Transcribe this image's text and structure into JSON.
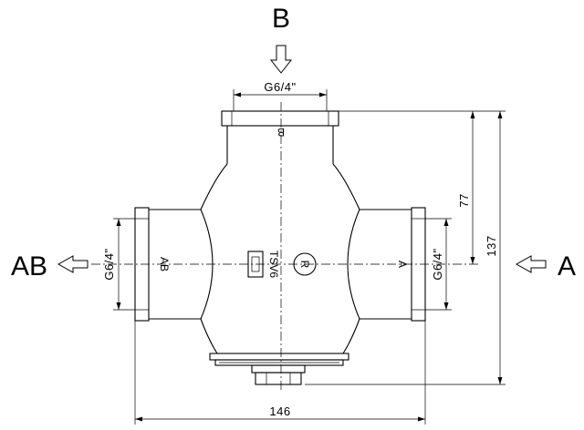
{
  "ports": {
    "top": "B",
    "left": "AB",
    "right": "A"
  },
  "dimensions": {
    "thread_top": "G6/4\"",
    "thread_left": "G6/4\"",
    "thread_right": "G6/4\"",
    "height_center": "77",
    "height_total": "137",
    "width_total": "146"
  },
  "body_markings": {
    "port_top": "B",
    "port_left": "AB",
    "port_right": "A",
    "model": "TSV6",
    "logo": "R"
  },
  "icons": {
    "flow_arrows": "hollow-arrow-icon",
    "logo": "circle-logo-icon"
  }
}
